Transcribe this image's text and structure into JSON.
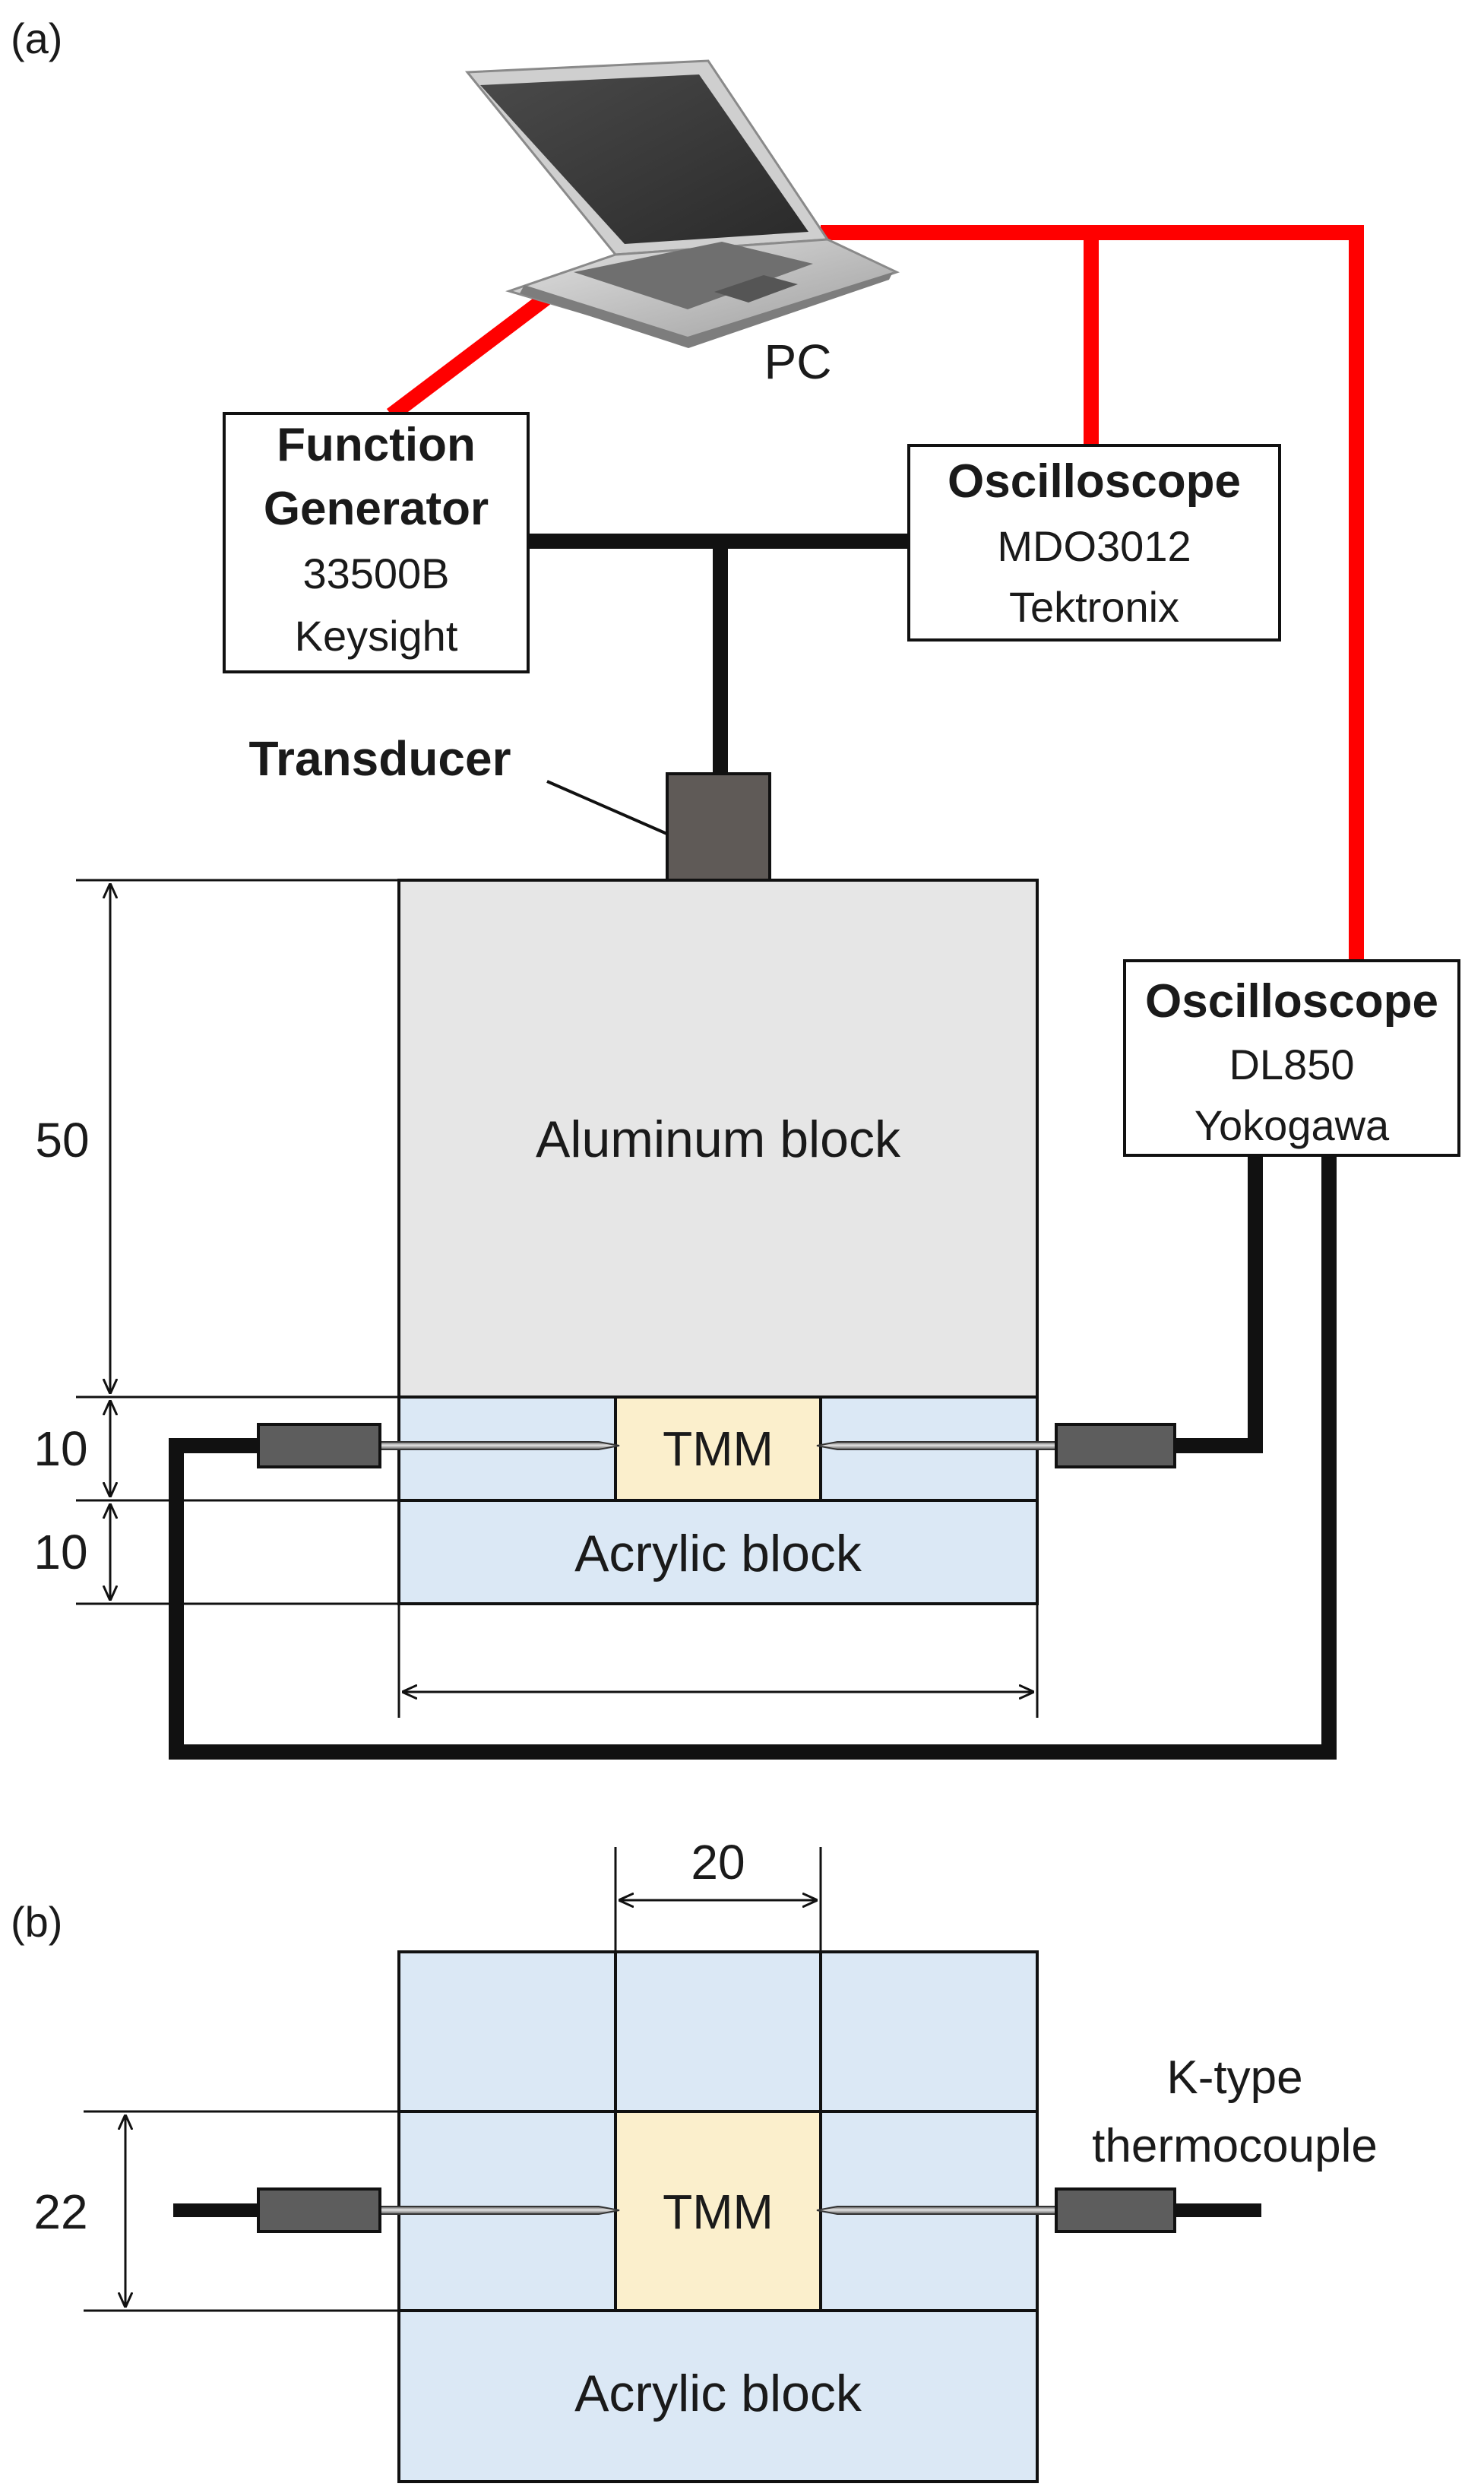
{
  "panel_a": {
    "label": "(a)",
    "pc": {
      "label": "PC"
    },
    "function_generator": {
      "line1": "Function",
      "line2": "Generator",
      "model": "33500B",
      "maker": "Keysight"
    },
    "oscilloscope_1": {
      "title": "Oscilloscope",
      "model": "MDO3012",
      "maker": "Tektronix"
    },
    "oscilloscope_2": {
      "title": "Oscilloscope",
      "model": "DL850",
      "maker": "Yokogawa"
    },
    "transducer": {
      "label": "Transducer"
    },
    "aluminum_block": {
      "label": "Aluminum block"
    },
    "tmm": {
      "label": "TMM"
    },
    "acrylic_block": {
      "label": "Acrylic block"
    },
    "dimensions": {
      "height_aluminum": "50",
      "height_tmm": "10",
      "height_acrylic": "10"
    }
  },
  "panel_b": {
    "label": "(b)",
    "tmm": {
      "label": "TMM"
    },
    "acrylic_block": {
      "label": "Acrylic block"
    },
    "thermocouple": {
      "line1": "K-type",
      "line2": "thermocouple"
    },
    "dimensions": {
      "width_tmm": "20",
      "height_tmm": "22"
    }
  },
  "colors": {
    "usb_cable": "#ff0000",
    "signal_cable": "#111111",
    "aluminum_fill": "#e6e6e6",
    "acrylic_fill": "#dbe8f5",
    "tmm_fill": "#fbefcc",
    "transducer_fill": "#5f5a57",
    "connector_fill": "#5d5d5d"
  }
}
